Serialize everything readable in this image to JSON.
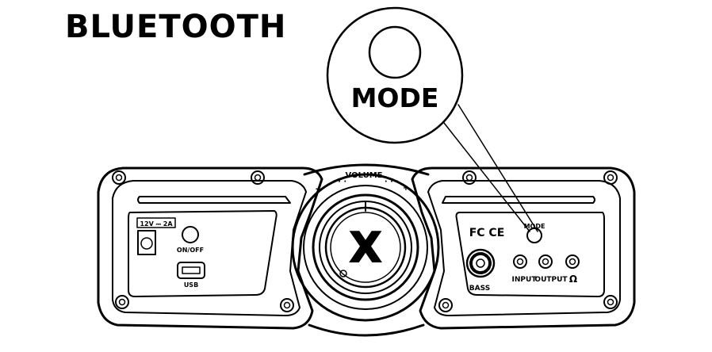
{
  "title": "BLUETOOTH",
  "callout": {
    "label": "MODE"
  },
  "device": {
    "power_rating": "12V ⎓ 2A",
    "power_button": "ON/OFF",
    "usb": "USB",
    "volume": "VOLUME",
    "volume_minus": "-",
    "volume_plus": "+",
    "logo": "X",
    "cert_marks": "FC CE",
    "mode_button": "MODE",
    "bass": "BASS",
    "input": "INPUT",
    "output": "OUTPUT",
    "headphone": "Ω"
  },
  "colors": {
    "line": "#000000",
    "background": "#ffffff"
  }
}
